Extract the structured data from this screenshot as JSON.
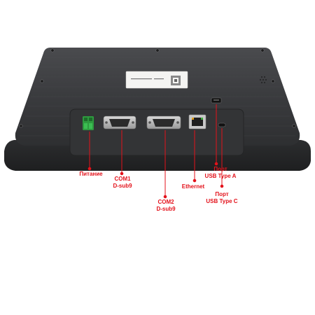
{
  "labels": {
    "power": "Питание",
    "com1_line1": "COM1",
    "com1_line2": "D-sub9",
    "com2_line1": "COM2",
    "com2_line2": "D-sub9",
    "ethernet": "Ethernet",
    "usb_a_line1": "Порт",
    "usb_a_line2": "USB Type A",
    "usb_c_line1": "Порт",
    "usb_c_line2": "USB Type C"
  },
  "colors": {
    "accent": "#e3121b",
    "housing": "#3b3c3e",
    "bezel": "#2a2b2d"
  }
}
